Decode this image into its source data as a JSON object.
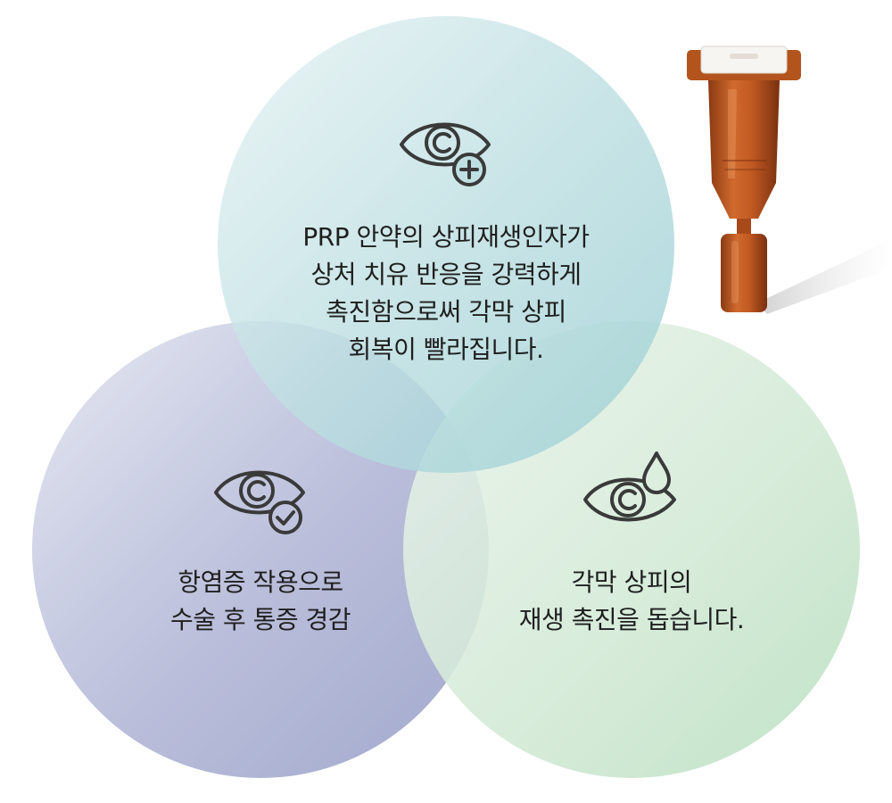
{
  "circles": {
    "top": {
      "icon": "eye-plus-icon",
      "lines": [
        "PRP 안약의 상피재생인자가",
        "상처 치유 반응을 강력하게",
        "촉진함으로써 각막 상피",
        "회복이 빨라집니다."
      ],
      "color": "#a9d6da"
    },
    "left": {
      "icon": "eye-check-icon",
      "lines": [
        "항염증 작용으로",
        "수술 후 통증 경감"
      ],
      "color": "#a9aed0"
    },
    "right": {
      "icon": "eye-drop-icon",
      "lines": [
        "각막 상피의",
        "재생 촉진을 돕습니다."
      ],
      "color": "#c6e6cb"
    }
  },
  "product": {
    "icon": "eye-drop-vial-image",
    "color": "#b8551f"
  }
}
